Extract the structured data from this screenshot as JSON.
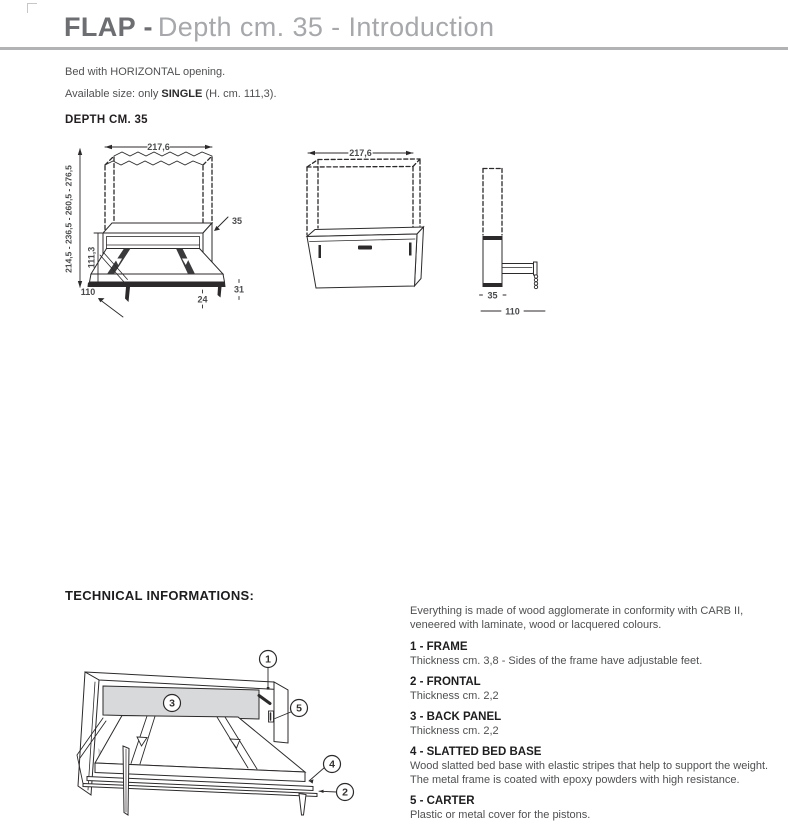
{
  "colors": {
    "title_dark": "#6d6e71",
    "title_light": "#a6a8ab",
    "rule_gray": "#b1b3b5",
    "body_text": "#4f5052",
    "heading_dark": "#231f20",
    "drawing_line": "#2d2a2b",
    "back_panel_gray": "#d8d9da"
  },
  "header": {
    "title_bold": "FLAP -",
    "title_rest": "Depth cm. 35 - Introduction"
  },
  "intro": {
    "line1": "Bed with HORIZONTAL opening.",
    "line2_pre": "Available size: only ",
    "line2_bold": "SINGLE",
    "line2_post": " (H. cm. 111,3)."
  },
  "depth_section": {
    "heading": "DEPTH CM. 35"
  },
  "dimensions": {
    "open_view": {
      "width": "217,6",
      "total_heights": "214,5 - 236,5 - 260,5 - 276,5",
      "open_height": "111,3",
      "depth_open": "110",
      "cabinet_depth": "35",
      "leg_offset": "24",
      "base_height": "31"
    },
    "closed_view": {
      "width": "217,6"
    },
    "side_view": {
      "cabinet_depth": "35",
      "depth_open": "110"
    }
  },
  "technical": {
    "heading": "TECHNICAL INFORMATIONS:",
    "intro": "Everything is made of wood agglomerate in conformity with CARB II, veneered with laminate, wood or lacquered colours.",
    "items": [
      {
        "title": "1 - FRAME",
        "desc": "Thickness cm. 3,8 - Sides of the frame have adjustable feet."
      },
      {
        "title": "2 - FRONTAL",
        "desc": "Thickness cm. 2,2"
      },
      {
        "title": "3 - BACK PANEL",
        "desc": "Thickness cm. 2,2"
      },
      {
        "title": "4 - SLATTED BED BASE",
        "desc": "Wood slatted bed base with elastic stripes that help to support the weight. The metal frame is coated with epoxy powders with high resistance."
      },
      {
        "title": "5 - CARTER",
        "desc": "Plastic or metal cover for the pistons."
      }
    ],
    "callouts": {
      "c1": "1",
      "c2": "2",
      "c3": "3",
      "c4": "4",
      "c5": "5"
    }
  }
}
